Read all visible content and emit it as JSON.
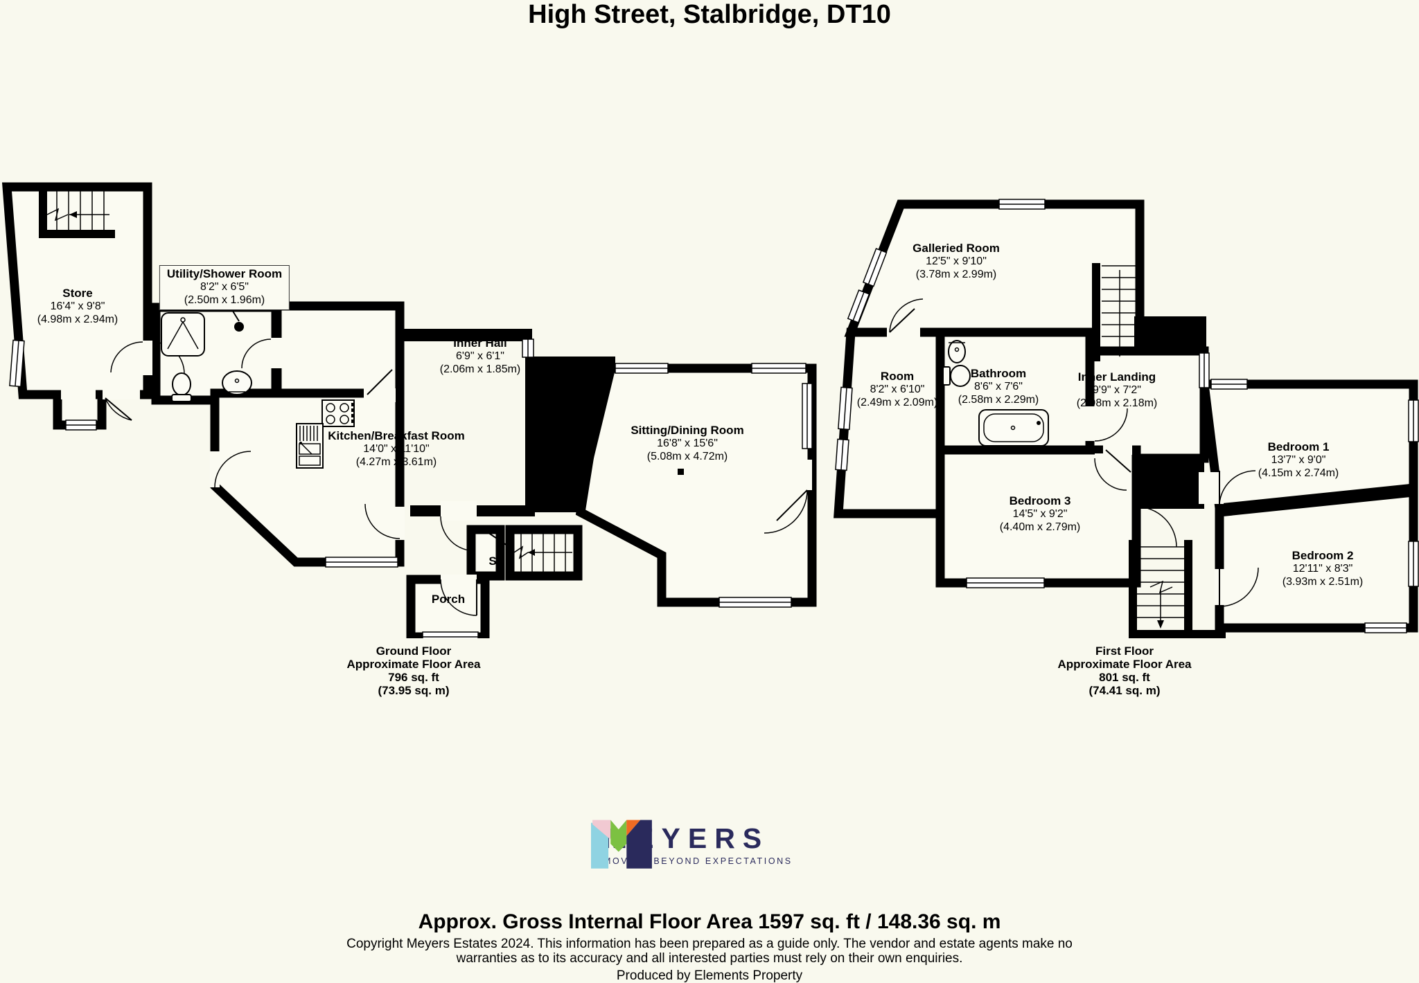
{
  "title": "High Street, Stalbridge, DT10",
  "ground_floor": {
    "rooms": {
      "store": {
        "name": "Store",
        "imperial": "16'4\" x 9'8\"",
        "metric": "(4.98m x 2.94m)"
      },
      "utility": {
        "name": "Utility/Shower Room",
        "imperial": "8'2\" x 6'5\"",
        "metric": "(2.50m x 1.96m)"
      },
      "inner_hall": {
        "name": "Inner Hall",
        "imperial": "6'9\" x 6'1\"",
        "metric": "(2.06m x 1.85m)"
      },
      "kitchen": {
        "name": "Kitchen/Breakfast Room",
        "imperial": "14'0\" x 11'10\"",
        "metric": "(4.27m x 3.61m)"
      },
      "sitting": {
        "name": "Sitting/Dining Room",
        "imperial": "16'8\" x 15'6\"",
        "metric": "(5.08m x 4.72m)"
      },
      "porch": {
        "name": "Porch"
      },
      "store_cupboard": {
        "name": "S"
      }
    },
    "area": {
      "floor": "Ground Floor",
      "caption": "Approximate Floor Area",
      "sqft": "796 sq. ft",
      "sqm": "(73.95 sq. m)"
    }
  },
  "first_floor": {
    "rooms": {
      "galleried": {
        "name": "Galleried Room",
        "imperial": "12'5\" x 9'10\"",
        "metric": "(3.78m x 2.99m)"
      },
      "room": {
        "name": "Room",
        "imperial": "8'2\" x 6'10\"",
        "metric": "(2.49m x 2.09m)"
      },
      "bathroom": {
        "name": "Bathroom",
        "imperial": "8'6\" x 7'6\"",
        "metric": "(2.58m x 2.29m)"
      },
      "landing": {
        "name": "Inner Landing",
        "imperial": "9'9\" x 7'2\"",
        "metric": "(2.98m x 2.18m)"
      },
      "bedroom1": {
        "name": "Bedroom 1",
        "imperial": "13'7\" x 9'0\"",
        "metric": "(4.15m x 2.74m)"
      },
      "bedroom2": {
        "name": "Bedroom 2",
        "imperial": "12'11\" x 8'3\"",
        "metric": "(3.93m x 2.51m)"
      },
      "bedroom3": {
        "name": "Bedroom 3",
        "imperial": "14'5\" x 9'2\"",
        "metric": "(4.40m x 2.79m)"
      }
    },
    "area": {
      "floor": "First Floor",
      "caption": "Approximate Floor Area",
      "sqft": "801 sq. ft",
      "sqm": "(74.41 sq. m)"
    }
  },
  "footer": {
    "logo_word": "MEYERS",
    "logo_tagline": "MOVING BEYOND EXPECTATIONS",
    "gross_area": "Approx. Gross Internal Floor Area 1597 sq. ft / 148.36 sq. m",
    "copyright_line1": "Copyright Meyers Estates 2024. This information has been prepared as a guide only. The vendor and estate agents make no",
    "copyright_line2": "warranties as to its accuracy and all interested parties must rely on their own enquiries.",
    "produced_by": "Produced by Elements Property"
  },
  "colors": {
    "background": "#f9f9ee",
    "walls": "#000000",
    "logo_navy": "#2a2a5c",
    "logo_blue": "#8fd3e2",
    "logo_pink": "#f1c9d2",
    "logo_green": "#7cc142",
    "logo_orange": "#ef6b23"
  }
}
